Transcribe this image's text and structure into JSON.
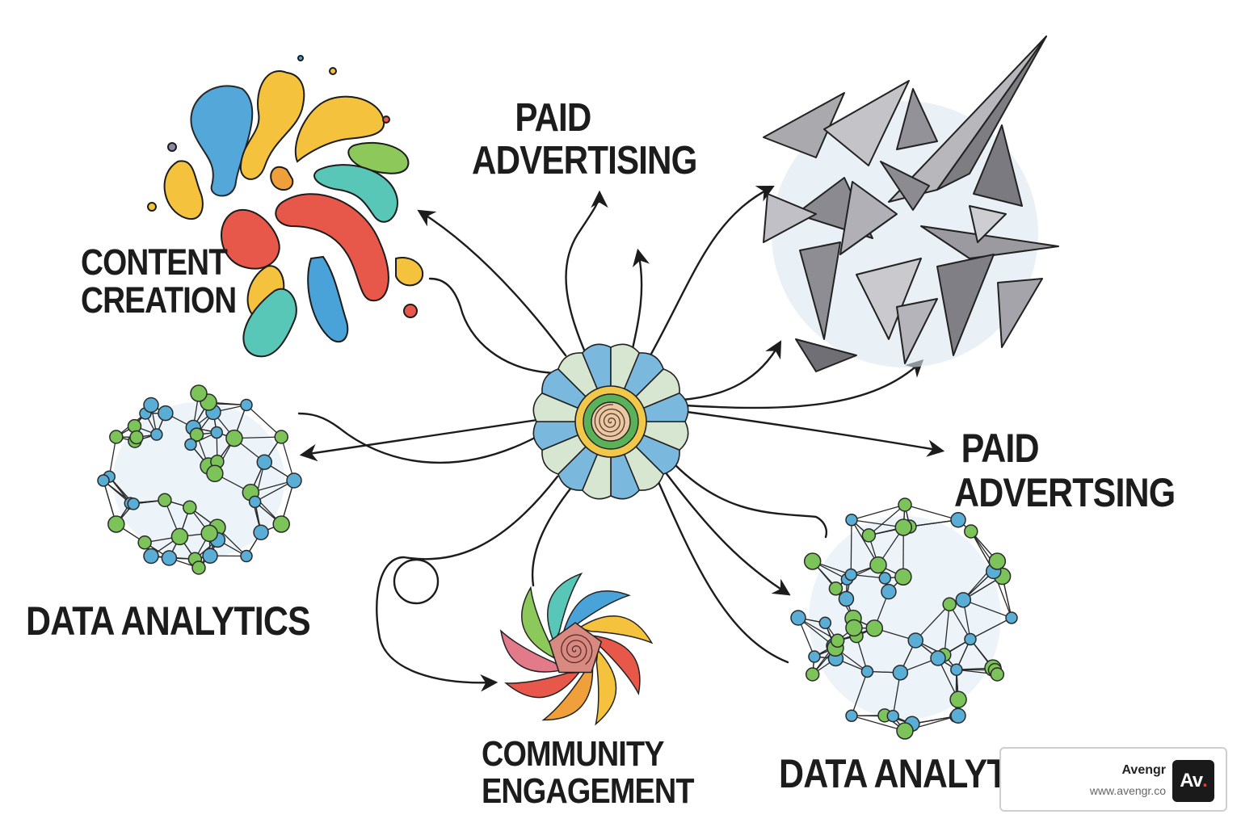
{
  "labels": {
    "content_creation": [
      "CONTENT",
      "CREATION"
    ],
    "paid_advertising_top": [
      "PAID",
      "ADVERTISING"
    ],
    "paid_advertising_right": [
      "PAID",
      "ADVERTSING"
    ],
    "data_analytics_left": "DATA ANALYTICS",
    "community_engagement": [
      "COMMUNITY",
      "ENGAGEMENT"
    ],
    "data_analytics_right": "DATA ANALYT"
  },
  "watermark": {
    "name": "Avengr",
    "url": "www.avengr.co",
    "logo_text": "Av",
    "logo_dot": "."
  },
  "colors": {
    "ink": "#1c1c1c",
    "node_green": "#7cc35a",
    "node_blue": "#5aaed6",
    "splash": [
      "#f4c23c",
      "#e8584a",
      "#4aa3d8",
      "#59c7b8",
      "#8cc95a",
      "#f0a03a"
    ]
  },
  "icons": [
    "paint-splash-icon",
    "crystal-shards-icon",
    "network-graph-icon",
    "swirl-icon",
    "hub-rosette-icon"
  ]
}
